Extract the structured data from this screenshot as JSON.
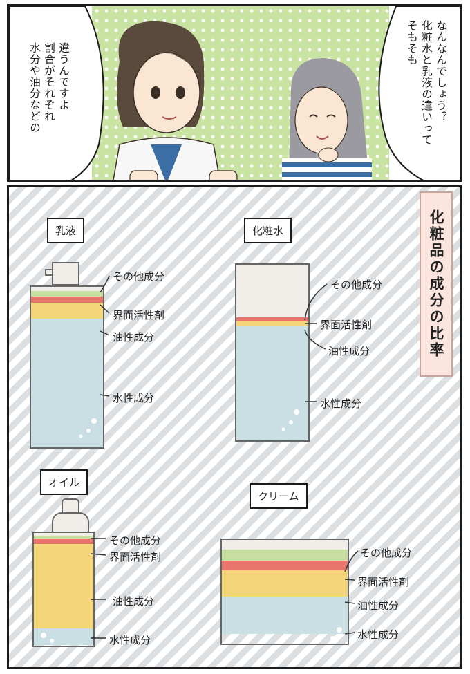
{
  "top_panel": {
    "doctor_speech": [
      "水分や油分などの",
      "割合がそれぞれ",
      "違うんですよ"
    ],
    "woman_speech": [
      "そもそも",
      "化粧水と乳液の違いって",
      "なんなんでしょう？"
    ]
  },
  "diagram": {
    "title": "化粧品の成分の比率",
    "component_labels": {
      "other": "その他成分",
      "surfactant": "界面活性剤",
      "oil": "油性成分",
      "water": "水性成分"
    },
    "colors": {
      "other": "#f1eeea",
      "green": "#c7dea0",
      "surfactant": "#e8756c",
      "oil": "#f5d57a",
      "water": "#c9dfe3",
      "background_dots": "#c9e3a2"
    },
    "products": [
      {
        "name": "乳液",
        "ratio_other": 0.06,
        "ratio_surfactant": 0.04,
        "ratio_oil": 0.1,
        "ratio_water": 0.8
      },
      {
        "name": "化粧水",
        "ratio_other": 0.3,
        "ratio_surfactant": 0.02,
        "ratio_oil": 0.03,
        "ratio_water": 0.65
      },
      {
        "name": "オイル",
        "ratio_other": 0.05,
        "ratio_surfactant": 0.05,
        "ratio_oil": 0.75,
        "ratio_water": 0.15
      },
      {
        "name": "クリーム",
        "ratio_other": 0.2,
        "ratio_surfactant": 0.09,
        "ratio_oil": 0.25,
        "ratio_water": 0.36
      }
    ]
  }
}
